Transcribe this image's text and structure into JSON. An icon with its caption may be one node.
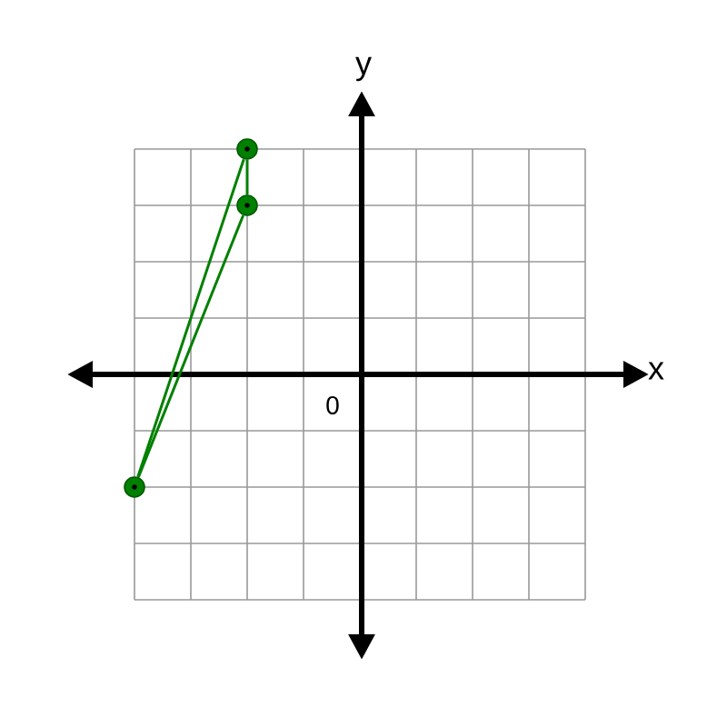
{
  "diagram": {
    "nodes": [
      {
        "text": [],
        "shape": "circle"
      },
      {
        "text": [],
        "shape": "circle"
      },
      {
        "text": [],
        "shape": "circle"
      }
    ],
    "edges": [
      {
        "from": 0,
        "to": 1,
        "arrow": "none"
      },
      {
        "from": 1,
        "to": 2,
        "arrow": "none"
      },
      {
        "from": 2,
        "to": 0,
        "arrow": "none"
      }
    ],
    "labels": [
      "y",
      "x",
      "0"
    ]
  }
}
